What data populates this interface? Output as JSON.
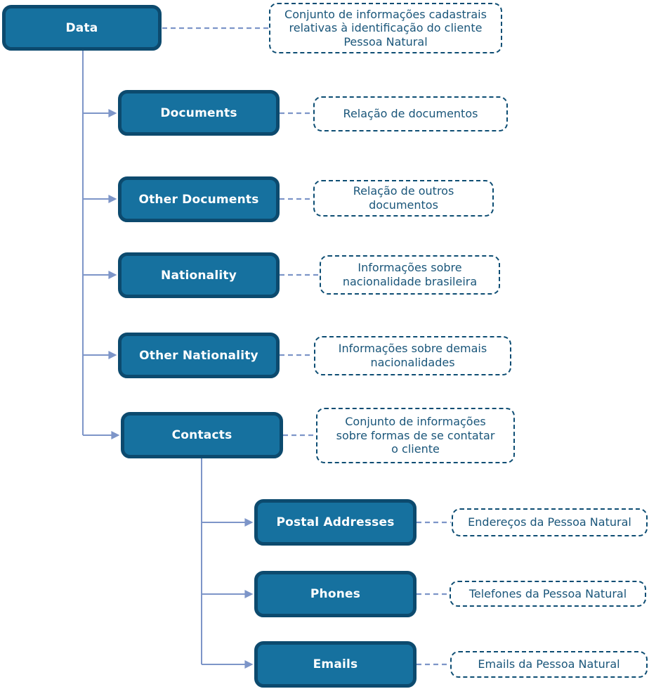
{
  "diagram": {
    "type": "tree",
    "colors": {
      "node_fill": "#16719F",
      "node_border": "#0C4A6E",
      "node_text": "#FFFFFF",
      "ann_border": "#0D4D73",
      "ann_text": "#1A567A",
      "connector": "#7D95C8",
      "bg": "#FFFFFF"
    },
    "nodes": [
      {
        "id": "data",
        "label": "Data",
        "parent": null,
        "annotation_lines": [
          "Conjunto de informações cadastrais",
          "relativas à identificação do cliente",
          "Pessoa Natural"
        ]
      },
      {
        "id": "documents",
        "label": "Documents",
        "parent": "data",
        "annotation_lines": [
          "Relação de documentos"
        ]
      },
      {
        "id": "other-documents",
        "label": "Other Documents",
        "parent": "data",
        "annotation_lines": [
          "Relação de outros",
          "documentos"
        ]
      },
      {
        "id": "nationality",
        "label": "Nationality",
        "parent": "data",
        "annotation_lines": [
          "Informações sobre",
          "nacionalidade brasileira"
        ]
      },
      {
        "id": "other-nationality",
        "label": "Other Nationality",
        "parent": "data",
        "annotation_lines": [
          "Informações sobre demais",
          "nacionalidades"
        ]
      },
      {
        "id": "contacts",
        "label": "Contacts",
        "parent": "data",
        "annotation_lines": [
          "Conjunto de informações",
          "sobre formas de se contatar",
          "o cliente"
        ]
      },
      {
        "id": "postal-addresses",
        "label": "Postal Addresses",
        "parent": "contacts",
        "annotation_lines": [
          "Endereços da Pessoa Natural"
        ]
      },
      {
        "id": "phones",
        "label": "Phones",
        "parent": "contacts",
        "annotation_lines": [
          "Telefones da Pessoa Natural"
        ]
      },
      {
        "id": "emails",
        "label": "Emails",
        "parent": "contacts",
        "annotation_lines": [
          "Emails da Pessoa Natural"
        ]
      }
    ]
  }
}
